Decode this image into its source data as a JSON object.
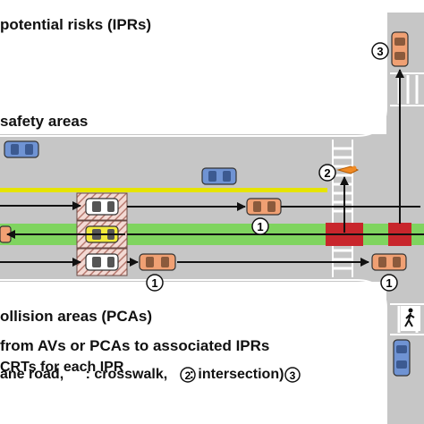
{
  "labels": {
    "ipr": "potential risks (IPRs)",
    "safety": "safety areas",
    "pca": "ollision areas (PCAs)",
    "arrows": "from AVs or PCAs to associated IPRs",
    "crts": "CRTs for each IPR",
    "legend_text_1": "ane road, ",
    "legend_text_2": ": crosswalk, ",
    "legend_text_3": ": intersection)"
  },
  "markers": {
    "lane_road": "1",
    "crosswalk": "2",
    "intersection": "3"
  },
  "icons": [
    "car-icon",
    "pedestrian-icon",
    "cyclist-icon"
  ],
  "colors": {
    "road": "#c6c6c6",
    "lane_line": "#e6e400",
    "safety_area": "#7fd45f",
    "collision_area": "#c8262c",
    "av_car": "#f1ea3a",
    "car_orange": "#f0a073",
    "car_blue": "#6f93d3",
    "car_white": "#ffffff",
    "hatch": "#b77a70"
  }
}
